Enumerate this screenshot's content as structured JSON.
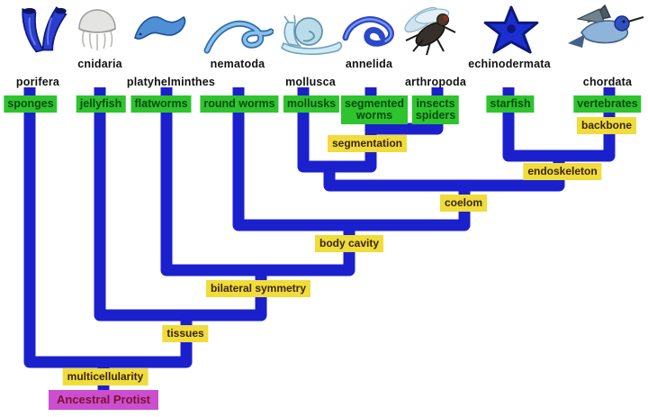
{
  "diagram": {
    "type": "phylogenetic-tree",
    "root_label": "Ancestral Protist",
    "taxa": [
      {
        "phylum": "porifera",
        "common": "sponges",
        "icon": "sponge-icon"
      },
      {
        "phylum": "cnidaria",
        "common": "jellyfish",
        "icon": "jellyfish-icon"
      },
      {
        "phylum": "platyhelminthes",
        "common": "flatworms",
        "icon": "flatworm-icon"
      },
      {
        "phylum": "nematoda",
        "common": "round worms",
        "icon": "roundworm-icon"
      },
      {
        "phylum": "mollusca",
        "common": "mollusks",
        "icon": "snail-icon"
      },
      {
        "phylum": "annelida",
        "common": "segmented\nworms",
        "icon": "segmented-worm-icon"
      },
      {
        "phylum": "arthropoda",
        "common": "insects\nspiders",
        "icon": "fly-icon"
      },
      {
        "phylum": "echinodermata",
        "common": "starfish",
        "icon": "starfish-icon"
      },
      {
        "phylum": "chordata",
        "common": "vertebrates",
        "icon": "hummingbird-icon"
      }
    ],
    "traits": [
      {
        "label": "backbone",
        "clade": [
          "chordata"
        ]
      },
      {
        "label": "segmentation",
        "clade": [
          "annelida",
          "arthropoda"
        ]
      },
      {
        "label": "endoskeleton",
        "clade": [
          "echinodermata",
          "chordata"
        ]
      },
      {
        "label": "coelom",
        "clade": [
          "mollusca",
          "annelida",
          "arthropoda",
          "echinodermata",
          "chordata"
        ]
      },
      {
        "label": "body cavity",
        "clade": [
          "nematoda",
          "mollusca",
          "annelida",
          "arthropoda",
          "echinodermata",
          "chordata"
        ]
      },
      {
        "label": "bilateral symmetry",
        "clade": [
          "platyhelminthes",
          "nematoda",
          "mollusca",
          "annelida",
          "arthropoda",
          "echinodermata",
          "chordata"
        ]
      },
      {
        "label": "tissues",
        "clade": [
          "cnidaria",
          "platyhelminthes",
          "nematoda",
          "mollusca",
          "annelida",
          "arthropoda",
          "echinodermata",
          "chordata"
        ]
      },
      {
        "label": "multicellularity",
        "clade": [
          "porifera",
          "cnidaria",
          "platyhelminthes",
          "nematoda",
          "mollusca",
          "annelida",
          "arthropoda",
          "echinodermata",
          "chordata"
        ]
      }
    ],
    "colors": {
      "tree-line": "#1b20cd",
      "green-bg": "#2ec42e",
      "green-text": "#0a4a14",
      "yellow-bg": "#f0dc3a",
      "yellow-text": "#3b2310",
      "magenta-bg": "#cb4ecf",
      "magenta-text": "#7c1130",
      "phylum-text": "#121212"
    }
  }
}
